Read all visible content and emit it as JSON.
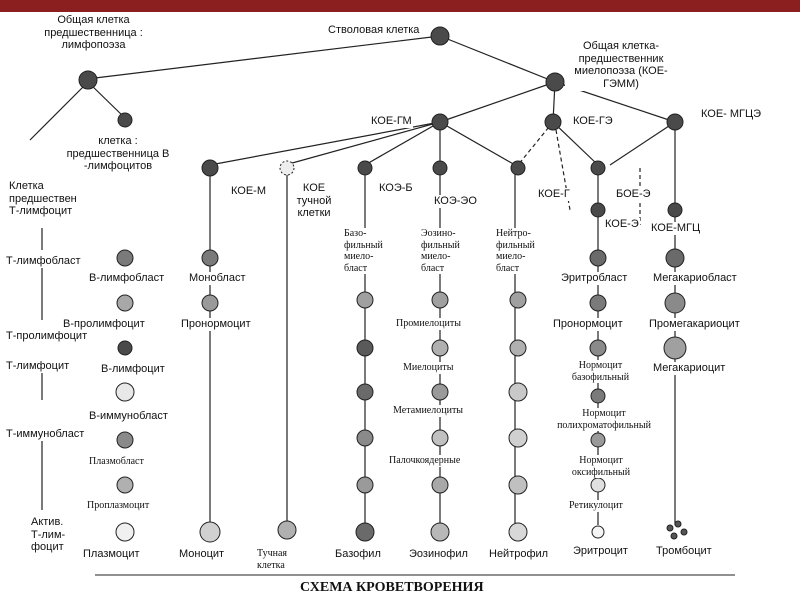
{
  "title": "СХЕМА КРОВЕТВОРЕНИЯ",
  "nodes": {
    "stem": "Стволовая клетка",
    "lymph_progenitor": "Общая клетка предшественница : лимфопоэза",
    "b_progenitor": "клетка : предшественница В -лимфоцитов",
    "t_progenitor": "Клетка предшествен Т-лимфоцит",
    "myeloid_progenitor": "Общая клетка-предшественник миелопоэза (КОЕ-ГЭММ)",
    "koe_gm": "КОЕ-ГМ",
    "koe_ge": "КОЕ-ГЭ",
    "koe_mgce": "КОЕ- МГЦЭ",
    "koe_m": "КОЕ-М",
    "koe_mast": "КОЕ тучной клетки",
    "koe_b": "КОЭ-Б",
    "koe_eo": "КОЭ-ЭО",
    "koe_g": "КОЕ-Г",
    "boe_e": "БОЕ-Э",
    "koe_e": "КОЕ-Э",
    "koe_mgc": "КОЕ-МГЦ"
  },
  "t_line": [
    "Т-лимфобласт",
    "Т-пролимфоцит",
    "Т-лимфоцит",
    "Т-иммунобласт",
    "Актив. Т-лим- фоцит"
  ],
  "b_line": [
    "В-лимфобласт",
    "В-пролимфоцит",
    "В-лимфоцит",
    "В-иммунобласт",
    "Плазмобласт",
    "Проплазмоцит",
    "Плазмоцит"
  ],
  "mono_line": [
    "Монобласт",
    "Пронормоцит",
    "Моноцит"
  ],
  "mast_line": [
    "Тучная клетка"
  ],
  "granulo": {
    "baso_myeloblast": "Базо- фильный миело- бласт",
    "eo_myeloblast": "Эозино- фильный миело- бласт",
    "neutro_myeloblast": "Нейтро- фильный миело- бласт",
    "promyelocytes": "Промиелоциты",
    "myelocytes": "Миелоциты",
    "metamyelocytes": "Метамиелоциты",
    "band": "Палочкоядерные",
    "basophil": "Базофил",
    "eosinophil": "Эозинофил",
    "neutrophil": "Нейтрофил"
  },
  "erythro_line": [
    "Эритробласт",
    "Пронормоцит",
    "Нормоцит базофильный",
    "Нормоцит полихроматофильный",
    "Нормоцит оксифильный",
    "Ретикулоцит",
    "Эритроцит"
  ],
  "mega_line": [
    "Мегакариобласт",
    "Промегакариоцит",
    "Мегакариоцит",
    "Тромбоцит"
  ],
  "colors": {
    "topbar": "#8b1e1e",
    "cell_dark": "#4a4a4a",
    "cell_light": "#c8c8c8",
    "line": "#222222"
  }
}
